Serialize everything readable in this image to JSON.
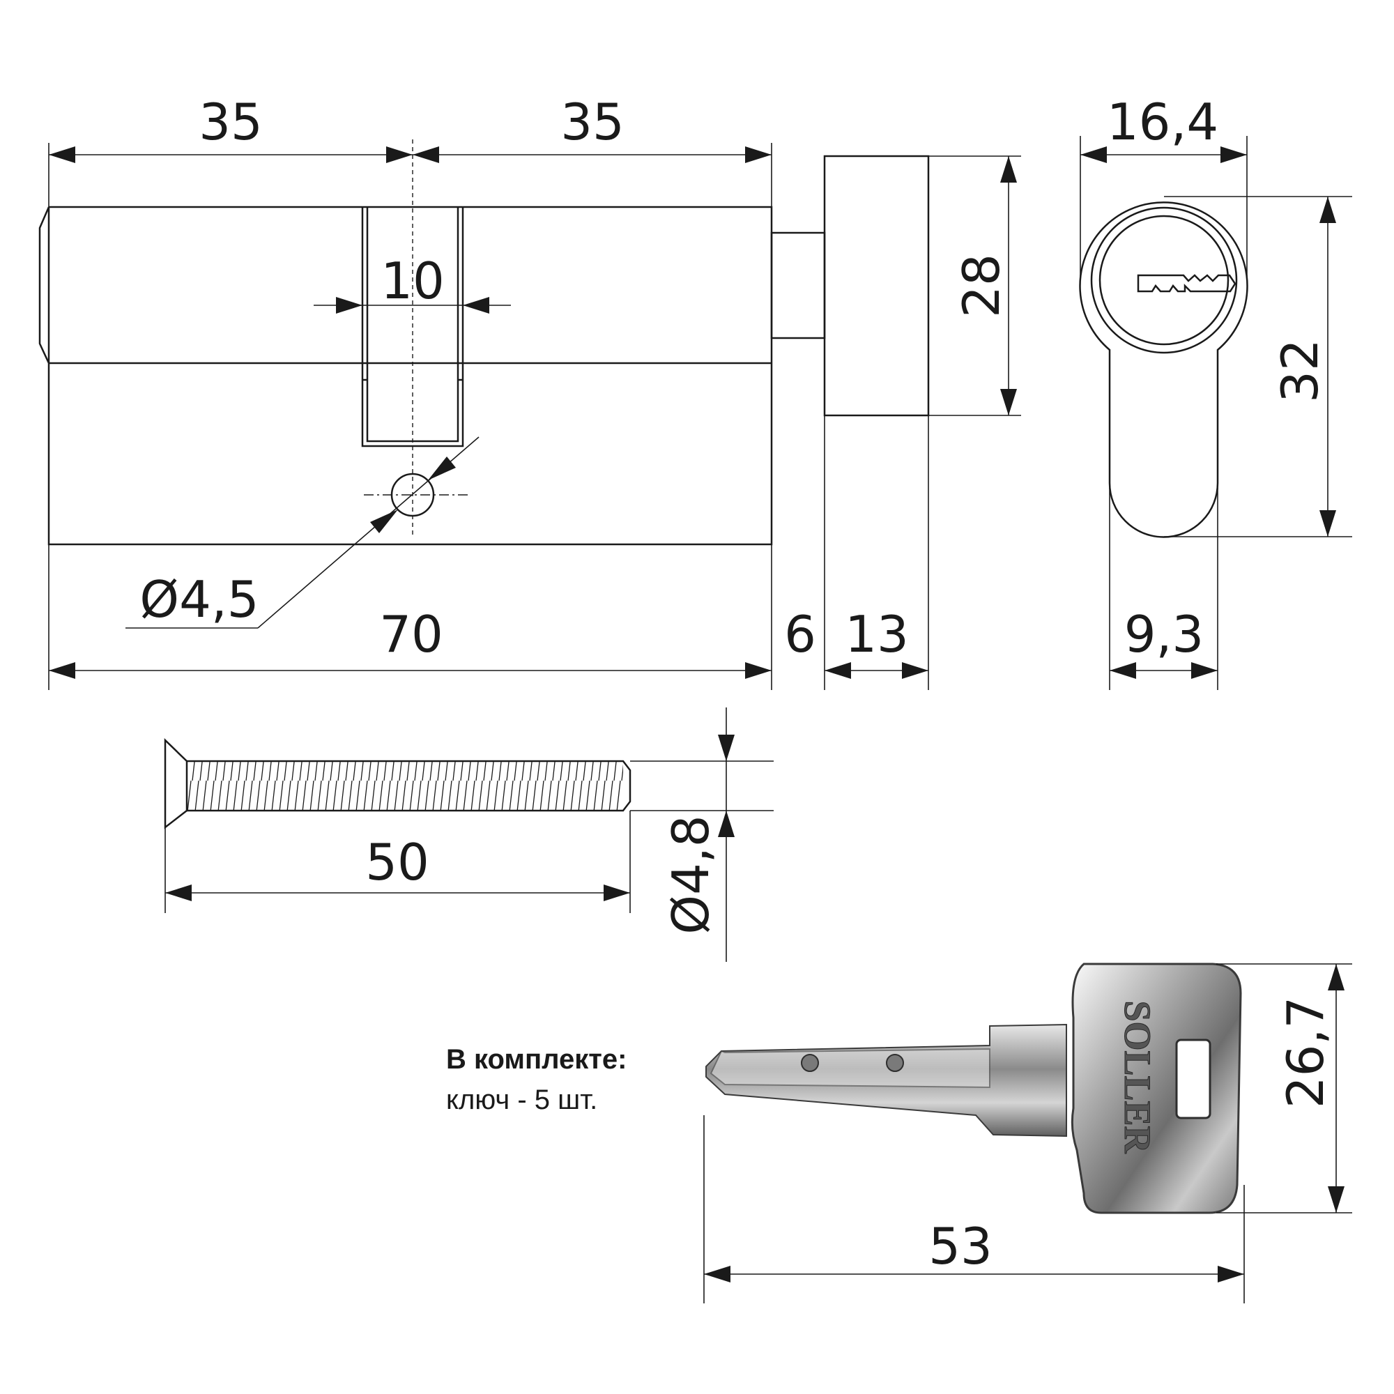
{
  "dimensions": {
    "left_half": "35",
    "right_half": "35",
    "cam_width": "10",
    "screw_hole": "Ø4,5",
    "body_length": "70",
    "knob_gap": "6",
    "knob_width": "13",
    "knob_height": "28",
    "profile_width": "16,4",
    "profile_height": "32",
    "profile_lower_width": "9,3",
    "screw_length": "50",
    "screw_diameter": "Ø4,8",
    "key_height": "26,7",
    "key_length": "53"
  },
  "key_brand": "SOLLER",
  "package_note": {
    "title": "В комплекте:",
    "text": "ключ - 5 шт."
  }
}
